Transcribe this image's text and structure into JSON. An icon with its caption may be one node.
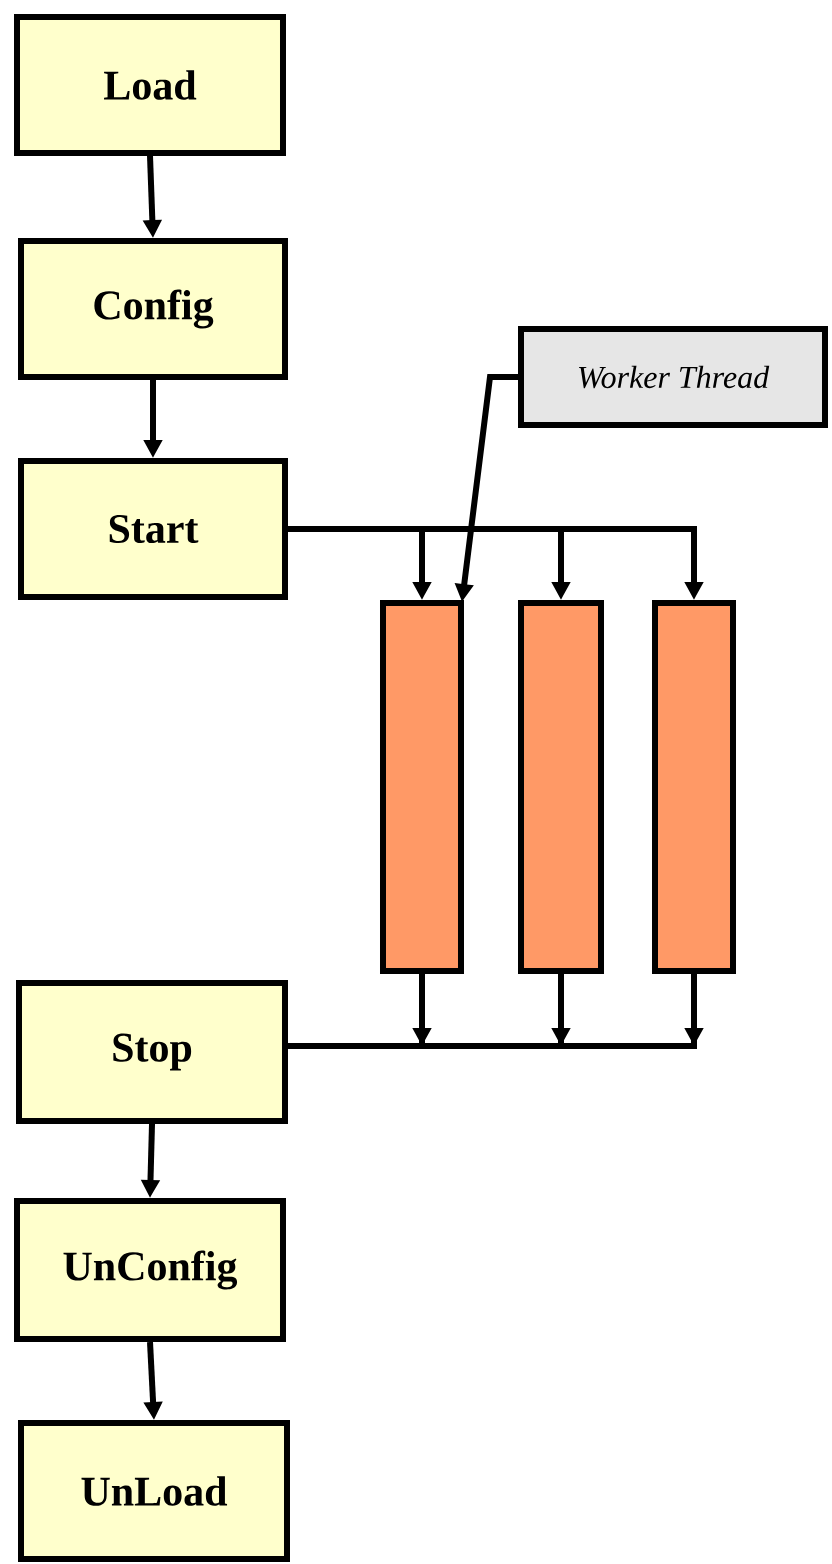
{
  "diagram": {
    "nodes": [
      {
        "text": [
          "Load"
        ]
      },
      {
        "text": [
          "Config"
        ]
      },
      {
        "text": [
          "Start"
        ]
      },
      {
        "text": [
          "Worker Thread"
        ]
      },
      {
        "text": [],
        "shape": "bar"
      },
      {
        "text": [],
        "shape": "bar"
      },
      {
        "text": [],
        "shape": "bar"
      },
      {
        "text": [
          "Stop"
        ]
      },
      {
        "text": [
          "UnConfig"
        ]
      },
      {
        "text": [
          "UnLoad"
        ]
      }
    ],
    "edges": [
      {
        "from": 0,
        "to": 1,
        "arrow": "to"
      },
      {
        "from": 1,
        "to": 2,
        "arrow": "to"
      },
      {
        "from": 2,
        "to": 4,
        "arrow": "to"
      },
      {
        "from": 2,
        "to": 5,
        "arrow": "to"
      },
      {
        "from": 2,
        "to": 6,
        "arrow": "to"
      },
      {
        "from": 3,
        "to": 4,
        "arrow": "to"
      },
      {
        "from": 4,
        "to": 7,
        "arrow": "to"
      },
      {
        "from": 5,
        "to": 7,
        "arrow": "to"
      },
      {
        "from": 6,
        "to": 7,
        "arrow": "to"
      },
      {
        "from": 7,
        "to": 8,
        "arrow": "to"
      },
      {
        "from": 8,
        "to": 9,
        "arrow": "to"
      }
    ]
  }
}
